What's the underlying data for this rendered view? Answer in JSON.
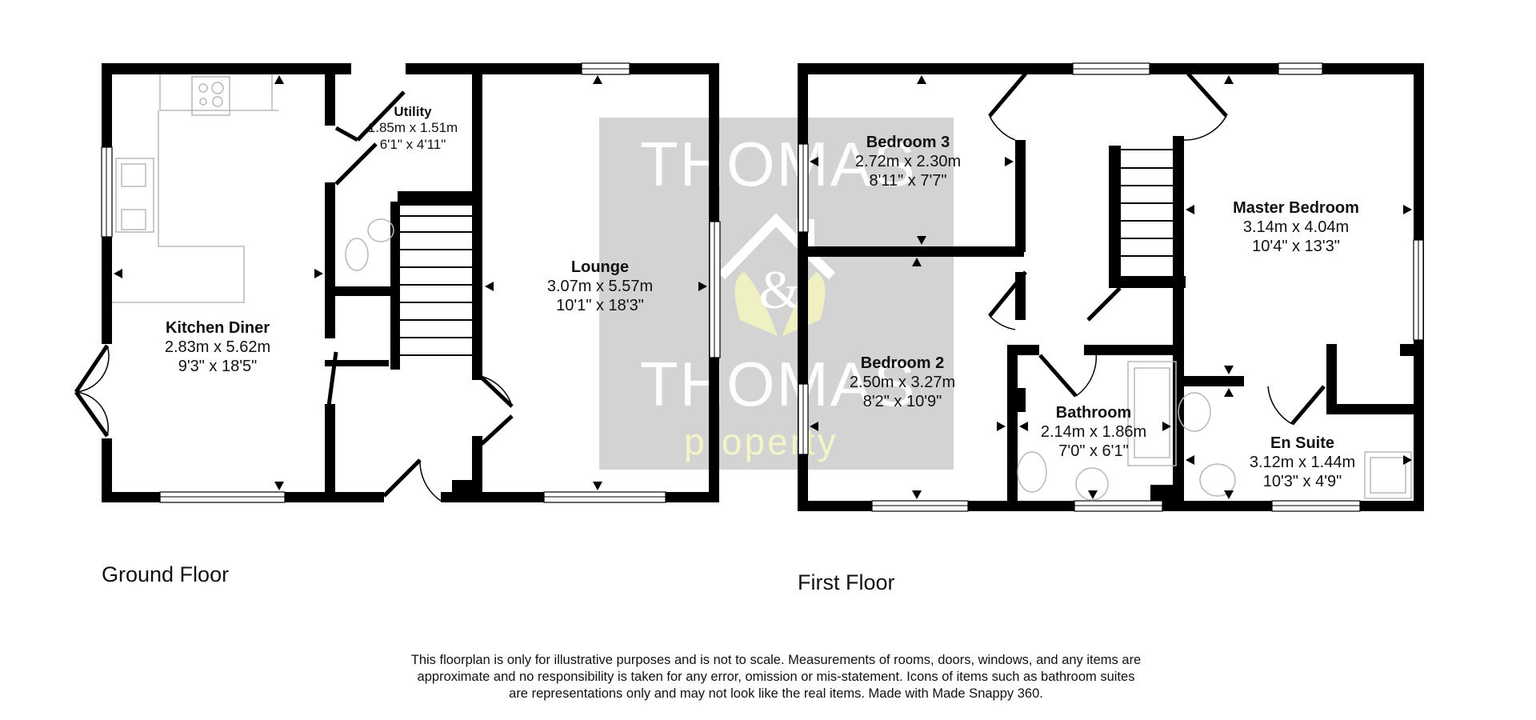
{
  "watermark": {
    "line1": "THOMAS",
    "ampersand": "&",
    "line2": "THOMAS",
    "line3": "property",
    "box_color": "#d3d3d3",
    "accent_color": "#f4f6c0"
  },
  "floors": [
    {
      "label": "Ground Floor",
      "rooms": [
        {
          "name": "Kitchen Diner",
          "metric": "2.83m x 5.62m",
          "imperial": "9'3\" x 18'5\""
        },
        {
          "name": "Utility",
          "metric": "1.85m x 1.51m",
          "imperial": "6'1\" x 4'11\""
        },
        {
          "name": "Lounge",
          "metric": "3.07m x 5.57m",
          "imperial": "10'1\" x 18'3\""
        }
      ]
    },
    {
      "label": "First Floor",
      "rooms": [
        {
          "name": "Bedroom 3",
          "metric": "2.72m x 2.30m",
          "imperial": "8'11\" x 7'7\""
        },
        {
          "name": "Master Bedroom",
          "metric": "3.14m x 4.04m",
          "imperial": "10'4\" x 13'3\""
        },
        {
          "name": "Bedroom 2",
          "metric": "2.50m x 3.27m",
          "imperial": "8'2\" x 10'9\""
        },
        {
          "name": "Bathroom",
          "metric": "2.14m x 1.86m",
          "imperial": "7'0\" x 6'1\""
        },
        {
          "name": "En Suite",
          "metric": "3.12m x 1.44m",
          "imperial": "10'3\" x 4'9\""
        }
      ]
    }
  ],
  "disclaimer": {
    "line1": "This floorplan is only for illustrative purposes and is not to scale. Measurements of rooms, doors, windows, and any items are",
    "line2": "approximate and no responsibility is taken for any error, omission or mis-statement. Icons of items such as bathroom suites",
    "line3": "are representations only and may not look like the real items. Made with Made Snappy 360."
  }
}
